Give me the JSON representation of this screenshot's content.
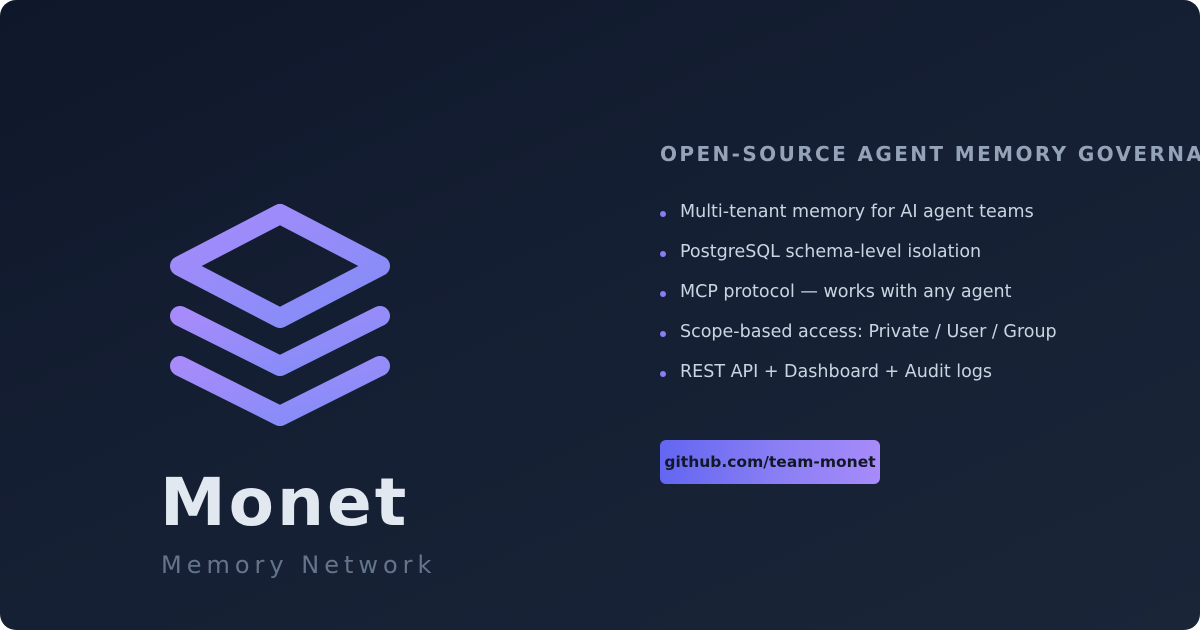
{
  "brand": {
    "name": "Monet",
    "subtitle": "Memory Network",
    "logo_icon": "layers-icon"
  },
  "tagline": "OPEN-SOURCE AGENT MEMORY GOVERNANCE",
  "features": [
    "Multi-tenant memory for AI agent teams",
    "PostgreSQL schema-level isolation",
    "MCP protocol — works with any agent",
    "Scope-based access: Private / User / Group",
    "REST API + Dashboard + Audit logs"
  ],
  "cta": {
    "label": "github.com/team-monet"
  },
  "colors": {
    "background": "#0f172a",
    "accent_start": "#6366f1",
    "accent_end": "#a78bfa",
    "title": "#e2e8f0",
    "muted": "#64748b"
  }
}
